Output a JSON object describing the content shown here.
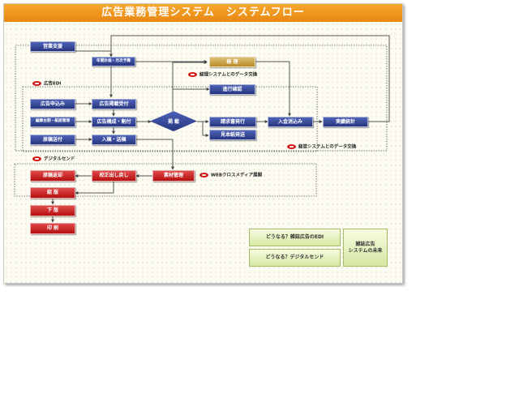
{
  "title": "広告業務管理システム　システムフロー",
  "nodes": {
    "eigyo": "営業支援",
    "nenkan": "年間計画・月次予算",
    "keiri": "経 理",
    "shinko": "進行確認",
    "koukoku_moushikomi": "広告申込み",
    "henshu_daicho": "編集台割・紙面管理",
    "genkou_souhu": "原稿送付",
    "keisai_uketsuke": "広告掲載受付",
    "kousei_wari": "広告構成・割付",
    "nyuko": "入稿・送稿",
    "keisai": "掲 載",
    "seikyu": "請求書発行",
    "mihonshi": "見本紙発送",
    "nyukin": "入金消込み",
    "jisseki": "実績統計",
    "sozai": "素材管理",
    "kousei_dashi": "校正出し戻し",
    "genkou_henkyaku": "原稿返却",
    "kumihan": "組 版",
    "hanpan": "下 版",
    "insatsu": "印 刷"
  },
  "labels": {
    "edi": "広告EDI",
    "digital": "デジタルセンド",
    "keiri_data": "経理システムとのデータ交換",
    "keiei_data": "経営システムとのデータ交換",
    "web": "WEBクロスメディア展開"
  },
  "cards": {
    "edi_future": "どうなる？雑誌広告のEDI",
    "digital_future": "どうなる？デジタルセンド",
    "system_future": "雑誌広告\nシステムの未来"
  },
  "colors": {
    "blue": "#2f3f92",
    "red": "#c41a1a",
    "gold": "#c39a3a",
    "title_orange": "#f09a20"
  }
}
